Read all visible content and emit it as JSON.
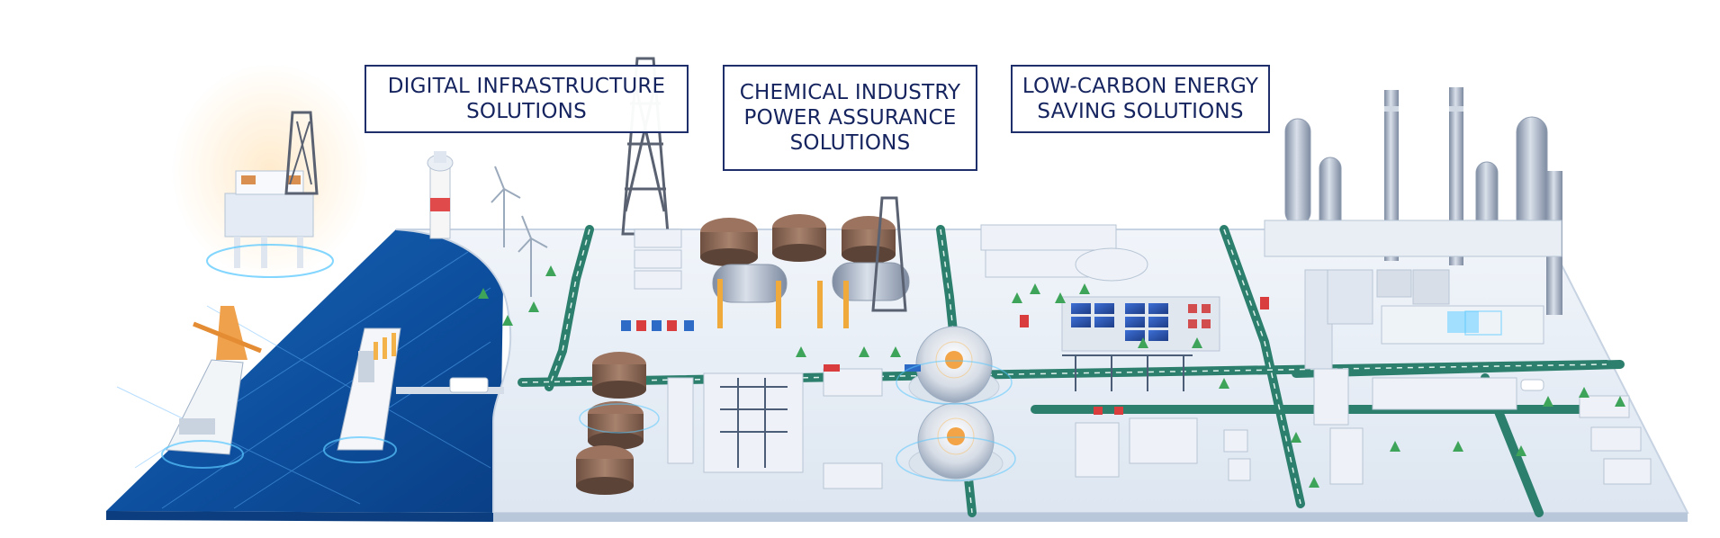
{
  "labels": [
    {
      "lines": [
        "DIGITAL INFRASTRUCTURE",
        "SOLUTIONS"
      ]
    },
    {
      "lines": [
        "CHEMICAL INDUSTRY",
        "POWER ASSURANCE",
        "SOLUTIONS"
      ]
    },
    {
      "lines": [
        "LOW-CARBON ENERGY",
        "SAVING SOLUTIONS"
      ]
    }
  ],
  "colors": {
    "label_border": "#1f2f6b",
    "label_text": "#15245f",
    "water": "#0d4f9e",
    "land": "#dfe7f2",
    "road": "#2d7f6d",
    "building": "#eef2f8",
    "tank": "#8c6a56",
    "accent_glow": "#5ac8ff"
  },
  "icons": [
    "offshore-platform-icon",
    "ship-icon",
    "lighthouse-icon",
    "wind-turbine-icon",
    "drilling-tower-icon",
    "storage-tank-icon",
    "dome-reactor-icon",
    "solar-panel-icon",
    "chimney-icon",
    "truck-icon",
    "tree-icon"
  ]
}
